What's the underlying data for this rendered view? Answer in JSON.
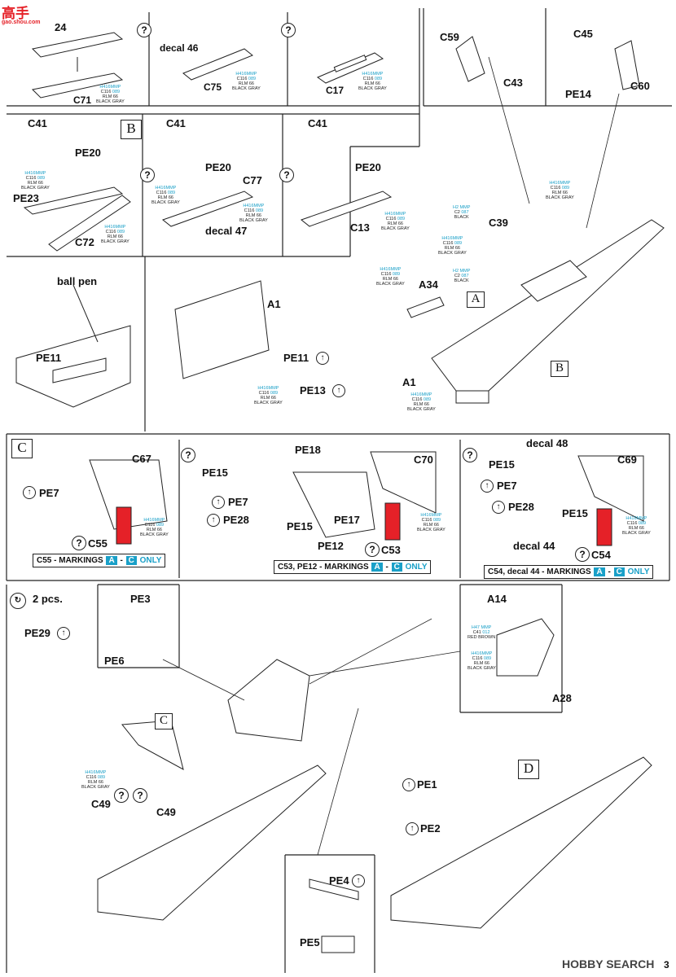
{
  "page": {
    "number_top": "24",
    "number_bottom": "3",
    "watermark_top": "高手",
    "watermark_top_sub": "gao.shou.com",
    "watermark_bottom": "HOBBY SEARCH"
  },
  "paint": {
    "gray": {
      "hm": "H416MMP",
      "c": "C116",
      "gz": "089",
      "rlm": "RLM 66",
      "name": "BLACK GRAY"
    },
    "black": {
      "hm": "H2 MMP",
      "c": "C2",
      "gz": "087",
      "name": "BLACK"
    },
    "brown": {
      "hm": "H47 MMP",
      "c": "C41",
      "gz": "012",
      "name": "RED BROWN"
    }
  },
  "step1": {
    "parts": [
      "C71",
      "decal 46",
      "C75",
      "C17"
    ]
  },
  "step2": {
    "box": "B",
    "parts": [
      "C41",
      "PE20",
      "PE23",
      "C72",
      "C41",
      "PE20",
      "C77",
      "decal 47",
      "C41",
      "PE20",
      "C13"
    ]
  },
  "step3": {
    "parts": [
      "C59",
      "C43",
      "C45",
      "PE14",
      "C60",
      "C39",
      "A34",
      "A1",
      "A",
      "B"
    ]
  },
  "step4": {
    "parts": [
      "ball pen",
      "PE11",
      "A1",
      "PE11",
      "PE13"
    ]
  },
  "stepC": {
    "box": "C",
    "left": [
      "C67",
      "PE7",
      "C55"
    ],
    "left_note": [
      "C55 - MARKINGS ",
      "A",
      " - ",
      "C",
      " ONLY"
    ],
    "mid": [
      "PE18",
      "PE15",
      "C70",
      "PE7",
      "PE28",
      "PE15",
      "PE17",
      "PE12",
      "C53"
    ],
    "mid_note": [
      "C53, PE12 - MARKINGS ",
      "A",
      " - ",
      "C",
      " ONLY"
    ],
    "right": [
      "decal 48",
      "C69",
      "PE15",
      "PE7",
      "PE28",
      "PE15",
      "decal 44",
      "C54"
    ],
    "right_note": [
      "C54, decal 44 - MARKINGS ",
      "A",
      " - ",
      "C",
      " ONLY"
    ]
  },
  "stepD": {
    "qty": "2 pcs.",
    "parts": [
      "PE3",
      "PE6",
      "PE29",
      "A14",
      "A28",
      "C",
      "C49",
      "C49",
      "PE4",
      "PE5",
      "D",
      "PE1",
      "PE2"
    ]
  }
}
